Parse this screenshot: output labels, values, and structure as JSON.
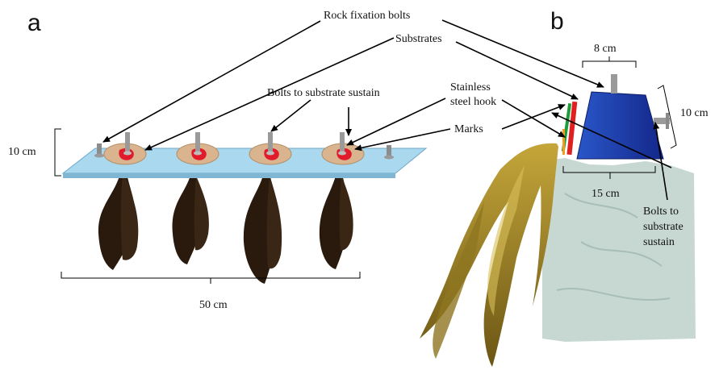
{
  "panels": {
    "a": "a",
    "b": "b"
  },
  "labels": {
    "rock_fixation_bolts": "Rock fixation bolts",
    "substrates": "Substrates",
    "bolts_to_substrate_sustain_a": "Bolts to substrate sustain",
    "stainless_line1": "Stainless",
    "stainless_line2": "steel hook",
    "marks": "Marks",
    "bolts_b_line1": "Bolts to",
    "bolts_b_line2": "substrate",
    "bolts_b_line3": "sustain"
  },
  "dimensions": {
    "height_a": "10 cm",
    "length_a": "50 cm",
    "top_b": "8 cm",
    "side_b": "10 cm",
    "bottom_b": "15 cm"
  },
  "colors": {
    "board": "#a9d8ef",
    "board_edge": "#6fa7c6",
    "disc": "#d9b48e",
    "disc_red": "#e21b2b",
    "kelp_dark": "#2a1a0e",
    "kelp_gold": "#a98b24",
    "substrate_blue": "#1f3ea8",
    "mark_green": "#1e9c3a",
    "mark_red": "#e02020",
    "mark_orange": "#f59a1c",
    "rock": "#c7d8d3"
  }
}
